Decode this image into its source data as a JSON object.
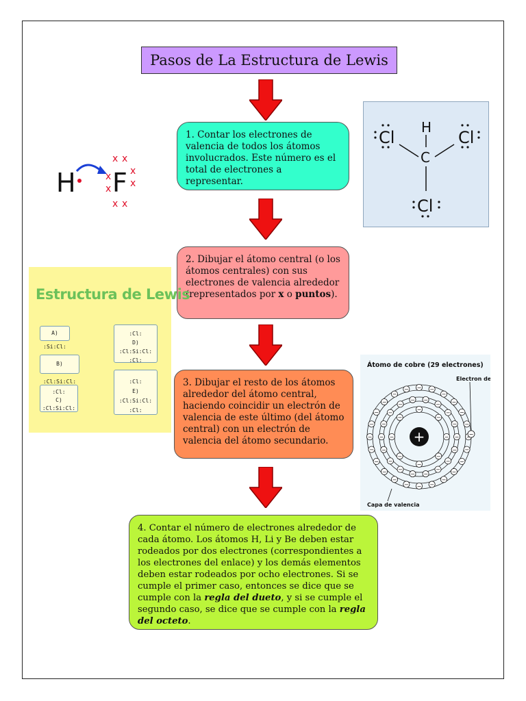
{
  "title": "Pasos de La Estructura de Lewis",
  "steps": {
    "step1": "1. Contar los electrones de valencia de todos los átomos involucrados. Este número es el total de electrones a representar.",
    "step2_a": "2. Dibujar el átomo central (o los átomos centrales) con sus electrones de valencia alrededor (representados por ",
    "step2_x": "x",
    "step2_o": " o ",
    "step2_puntos": "puntos",
    "step2_end": ").",
    "step3": "3. Dibujar el resto de los átomos alrededor del átomo central, haciendo coincidir un electrón de valencia de este último (del átomo central) con un electrón de valencia del átomo secundario.",
    "step4_a": "4. Contar el número de electrones alrededor de cada átomo. Los átomos H, Li y Be deben estar rodeados por dos electrones (correspondientes a los electrones del enlace) y los demás elementos deben estar rodeados por ocho electrones. Si se cumple el primer caso, entonces se dice que se cumple con la ",
    "step4_dueto": "regla del dueto",
    "step4_b": ", y si se cumple el segundo caso, se dice que se cumple con la ",
    "step4_octeto": "regla del octeto",
    "step4_end": "."
  },
  "images": {
    "hf": {
      "h": "H",
      "f": "F",
      "x": "x"
    },
    "lewis": {
      "title": "Estructura de Lewis",
      "a": "A) :Si:Cl:",
      "b": "B) :Cl:Si:Cl:",
      "c_top": ":Cl:",
      "c": "C) :Cl:Si:Cl:",
      "d_top": ":Cl:",
      "d": "D) :Cl:Si:Cl:",
      "d_bot": ":Cl:",
      "e_top": ":Cl:",
      "e": "E) :Cl:Si:Cl:",
      "e_bot": ":Cl:"
    },
    "hcl": {
      "h": "H",
      "c": "C",
      "cl1": "Cl",
      "cl2": "Cl",
      "cl3": "Cl"
    },
    "atom": {
      "title": "Átomo de cobre (29 electrones)",
      "label_electron": "Electron de valencia",
      "label_capa": "Capa de valencia",
      "nucleus": "+",
      "electron": "−"
    }
  },
  "colors": {
    "title_bg": "#cc99ff",
    "step1_bg": "#33ffcc",
    "step2_bg": "#ff9a9a",
    "step3_bg": "#ff8c55",
    "step4_bg": "#bbf53a",
    "arrow": "#ee1111"
  }
}
